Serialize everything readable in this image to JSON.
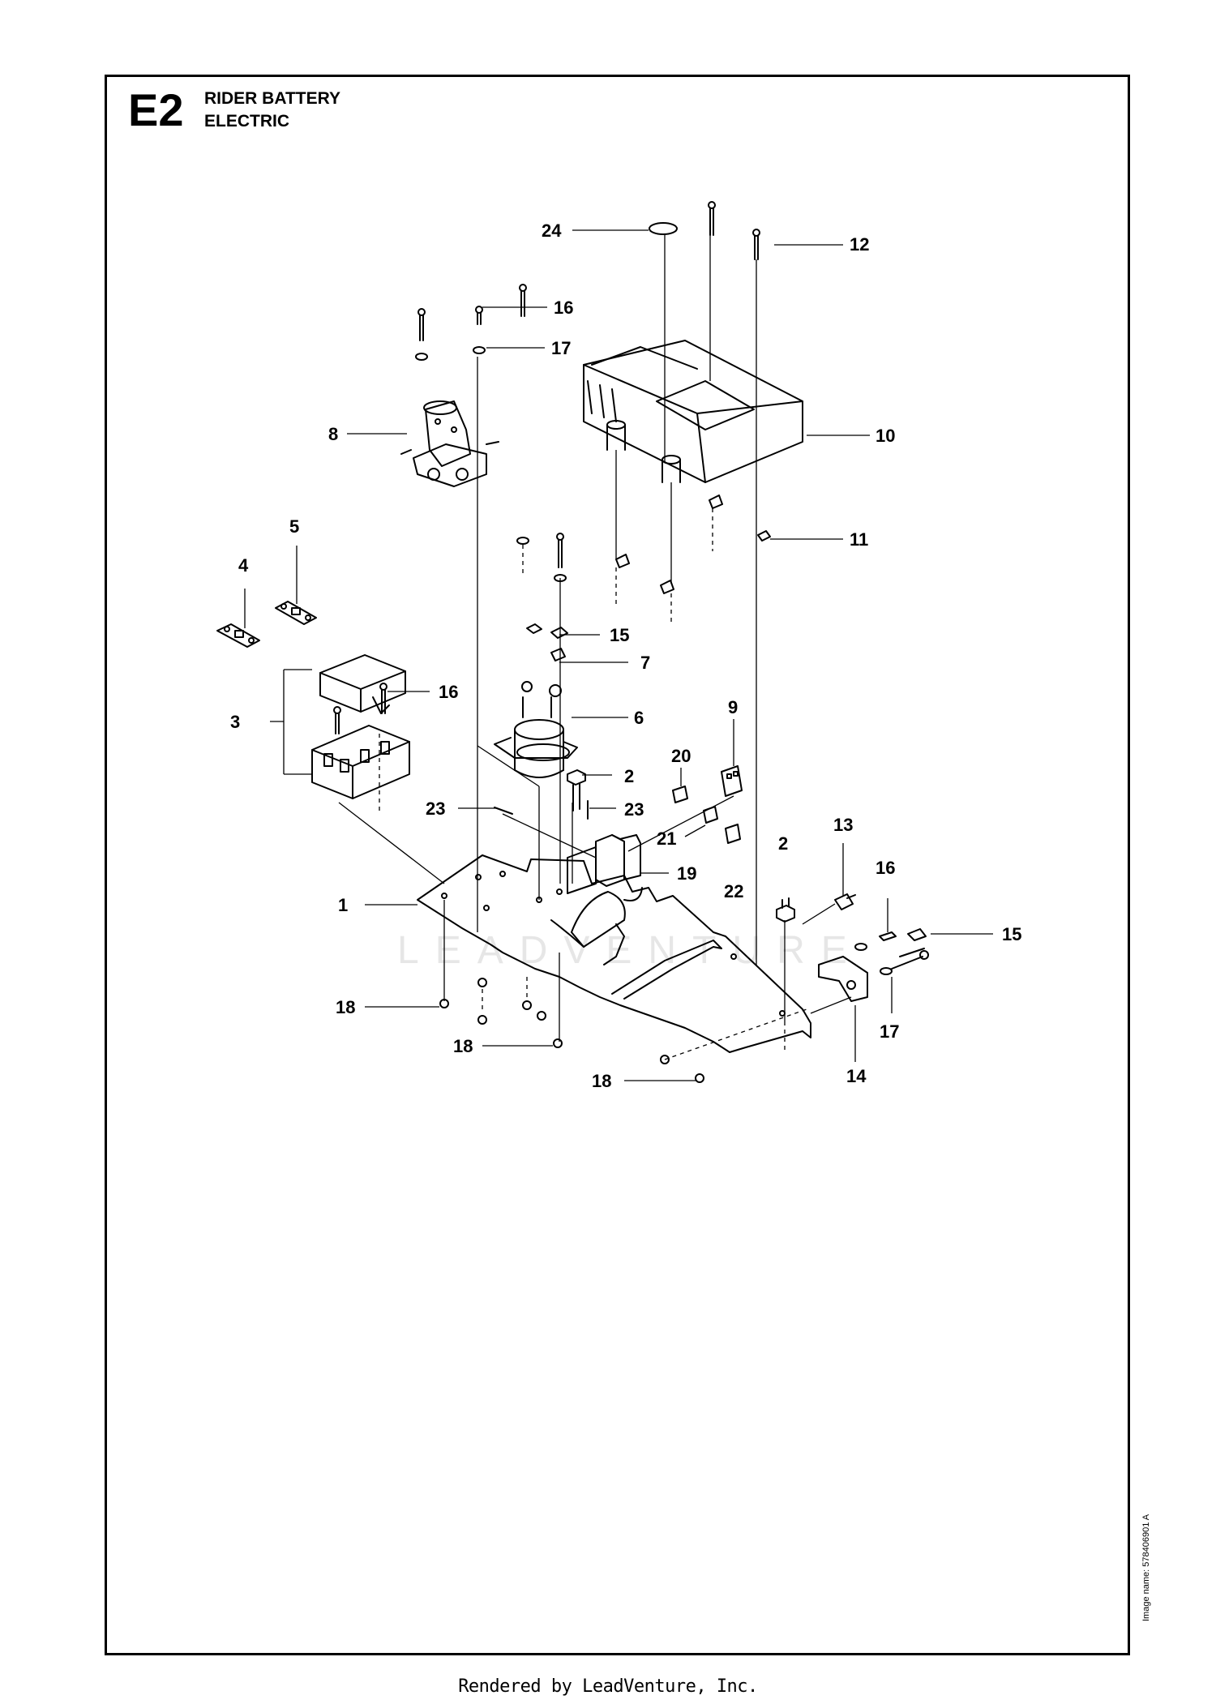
{
  "header": {
    "section_code": "E2",
    "title_line_1": "RIDER BATTERY",
    "title_line_2": "ELECTRIC"
  },
  "image_name": "Image name: 578406901 A",
  "footer": "Rendered by LeadVenture, Inc.",
  "watermark": "LEADVENTURE",
  "callouts": {
    "c24": "24",
    "c12": "12",
    "c16a": "16",
    "c17a": "17",
    "c8": "8",
    "c10": "10",
    "c11": "11",
    "c5": "5",
    "c4": "4",
    "c15a": "15",
    "c7": "7",
    "c16b": "16",
    "c3": "3",
    "c6": "6",
    "c9": "9",
    "c20": "20",
    "c2a": "2",
    "c23a": "23",
    "c23b": "23",
    "c21": "21",
    "c13": "13",
    "c2b": "2",
    "c19": "19",
    "c22": "22",
    "c16c": "16",
    "c1": "1",
    "c15b": "15",
    "c18a": "18",
    "c17b": "17",
    "c18b": "18",
    "c14": "14",
    "c18c": "18"
  },
  "colors": {
    "line": "#000000",
    "frame": "#000000",
    "watermark": "#e6e6e6"
  }
}
